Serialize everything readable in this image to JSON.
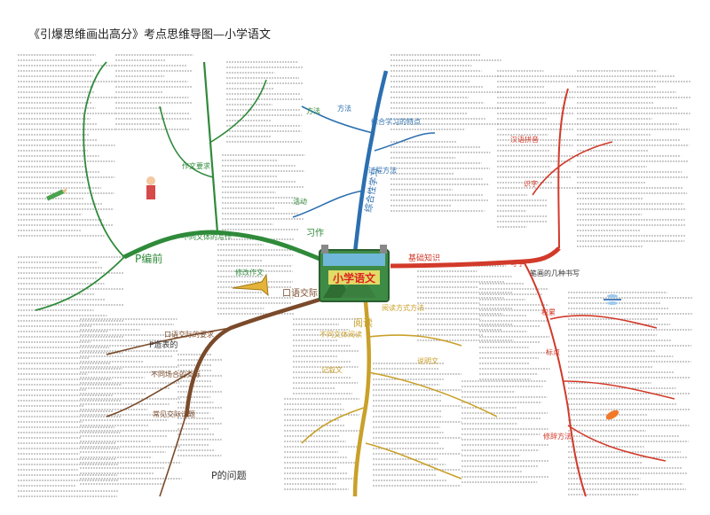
{
  "page_title": "《引爆思维画出高分》考点思维导图—小学语文",
  "center": {
    "label": "小学语文"
  },
  "colors": {
    "xizuo": "#2f8a3a",
    "zonghe": "#2b6fb0",
    "jichu": "#d23a2a",
    "yuedu": "#c9a02a",
    "kouyu": "#7a4a2a"
  },
  "branches": {
    "xizuo": "习作",
    "zonghe": "综合性学习",
    "jichu": "基础知识",
    "yuedu": "阅读",
    "kouyu": "口语交际"
  },
  "xizuo_sub": [
    "作文要求",
    "不同文体的写作",
    "修改作文",
    "方法",
    "活动"
  ],
  "zonghe_sub": [
    "综合学习的特点",
    "过程方法",
    "方法"
  ],
  "jichu_sub": [
    "汉语拼音",
    "识字",
    "写字",
    "积累",
    "标点",
    "修辞方法"
  ],
  "yuedu_sub": [
    "阅读方式方法",
    "不同文体阅读",
    "记叙文",
    "说明文"
  ],
  "kouyu_sub": [
    "口语交际的要求",
    "不同场合的交际",
    "常见交际话题"
  ],
  "overlays": {
    "left_big": "P编前",
    "center_left": "P造表的",
    "right_tag": "笔画的几种书写",
    "left_bottom": "P的问题"
  }
}
